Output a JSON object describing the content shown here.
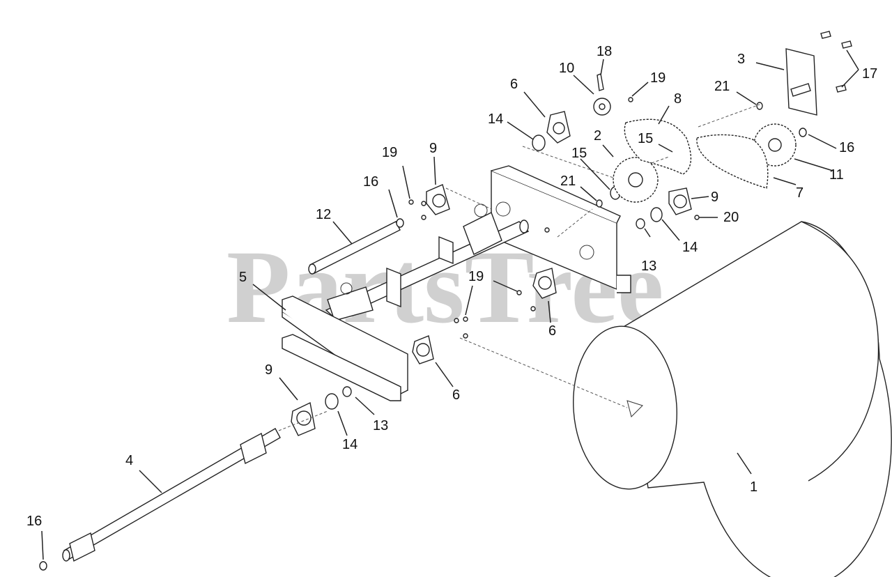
{
  "watermark": "PartsTree",
  "callouts": [
    {
      "id": "c1",
      "label": "1"
    },
    {
      "id": "c2",
      "label": "2"
    },
    {
      "id": "c3",
      "label": "3"
    },
    {
      "id": "c4",
      "label": "4"
    },
    {
      "id": "c5",
      "label": "5"
    },
    {
      "id": "c6a",
      "label": "6"
    },
    {
      "id": "c6b",
      "label": "6"
    },
    {
      "id": "c6c",
      "label": "6"
    },
    {
      "id": "c7",
      "label": "7"
    },
    {
      "id": "c8",
      "label": "8"
    },
    {
      "id": "c9a",
      "label": "9"
    },
    {
      "id": "c9b",
      "label": "9"
    },
    {
      "id": "c9c",
      "label": "9"
    },
    {
      "id": "c10",
      "label": "10"
    },
    {
      "id": "c11",
      "label": "11"
    },
    {
      "id": "c12",
      "label": "12"
    },
    {
      "id": "c13a",
      "label": "13"
    },
    {
      "id": "c13b",
      "label": "13"
    },
    {
      "id": "c14a",
      "label": "14"
    },
    {
      "id": "c14b",
      "label": "14"
    },
    {
      "id": "c14c",
      "label": "14"
    },
    {
      "id": "c15a",
      "label": "15"
    },
    {
      "id": "c15b",
      "label": "15"
    },
    {
      "id": "c16a",
      "label": "16"
    },
    {
      "id": "c16b",
      "label": "16"
    },
    {
      "id": "c16c",
      "label": "16"
    },
    {
      "id": "c17",
      "label": "17"
    },
    {
      "id": "c18",
      "label": "18"
    },
    {
      "id": "c19a",
      "label": "19"
    },
    {
      "id": "c19b",
      "label": "19"
    },
    {
      "id": "c19c",
      "label": "19"
    },
    {
      "id": "c20",
      "label": "20"
    },
    {
      "id": "c21a",
      "label": "21"
    },
    {
      "id": "c21b",
      "label": "21"
    }
  ]
}
